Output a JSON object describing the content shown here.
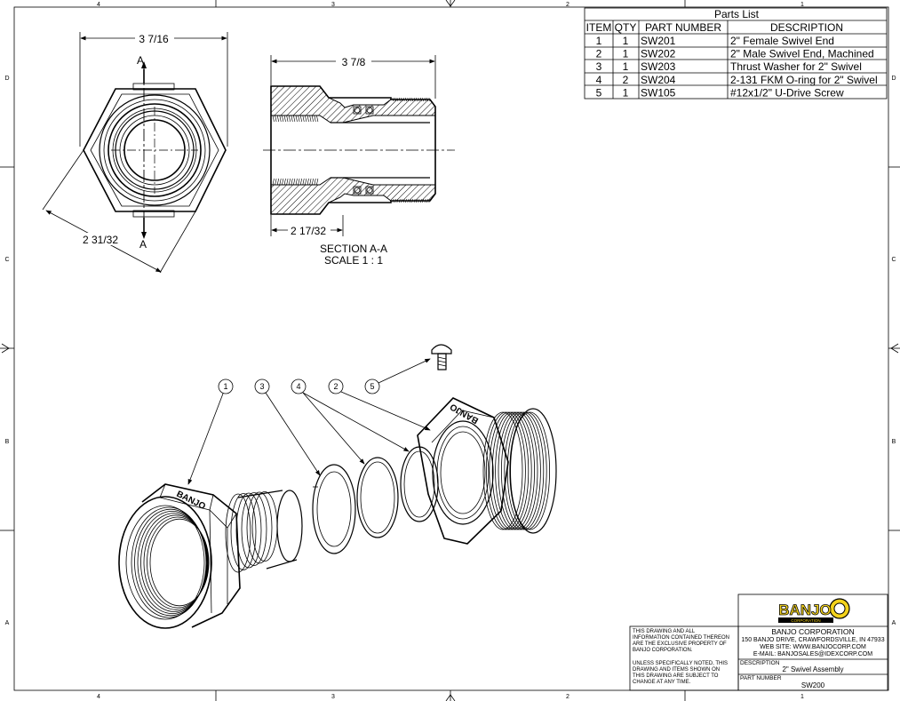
{
  "border": {
    "zones_top": [
      "4",
      "3",
      "2",
      "1"
    ],
    "zones_bottom": [
      "4",
      "3",
      "2",
      "1"
    ],
    "rows_left": [
      "D",
      "C",
      "B",
      "A"
    ],
    "rows_right": [
      "D",
      "C",
      "B",
      "A"
    ]
  },
  "parts_list": {
    "title": "Parts List",
    "headers": [
      "ITEM",
      "QTY",
      "PART NUMBER",
      "DESCRIPTION"
    ],
    "rows": [
      [
        "1",
        "1",
        "SW201",
        "2\" Female Swivel End"
      ],
      [
        "2",
        "1",
        "SW202",
        "2\" Male Swivel End, Machined"
      ],
      [
        "3",
        "1",
        "SW203",
        "Thrust Washer for 2\" Swivel"
      ],
      [
        "4",
        "2",
        "SW204",
        "2-131 FKM O-ring for 2\" Swivel"
      ],
      [
        "5",
        "1",
        "SW105",
        "#12x1/2\" U-Drive Screw"
      ]
    ]
  },
  "front_view": {
    "dim_width": "3 7/16",
    "dim_diagonal": "2 31/32",
    "section_mark_top": "A",
    "section_mark_bottom": "A"
  },
  "section_view": {
    "dim_length": "3 7/8",
    "dim_female_length": "2 17/32",
    "caption_line1": "SECTION A-A",
    "caption_line2": "SCALE 1 : 1"
  },
  "exploded_view": {
    "balloons": [
      "1",
      "3",
      "4",
      "2",
      "5"
    ],
    "stamp_text": "BANJO"
  },
  "title_block": {
    "logo_text": "BANJO",
    "logo_sub": "CORPORATION",
    "company": "BANJO CORPORATION",
    "address": "150 BANJO DRIVE, CRAWFORDSVILLE, IN 47933",
    "website": "WEB SITE: WWW.BANJOCORP.COM",
    "email": "E-MAIL: BANJOSALES@IDEXCORP.COM",
    "notice_1": [
      "THIS DRAWING AND ALL",
      "INFORMATION CONTAINED THEREON",
      "ARE THE EXCLUSIVE PROPERTY OF",
      "BANJO CORPORATION."
    ],
    "notice_2": [
      "UNLESS SPECIFICALLY NOTED, THIS",
      "DRAWING AND ITEMS SHOWN ON",
      "THIS DRAWING ARE SUBJECT TO",
      "CHANGE AT ANY TIME."
    ],
    "description_label": "DESCRIPTION",
    "description": "2\" Swivel Assembly",
    "part_number_label": "PART NUMBER",
    "part_number": "SW200"
  },
  "colors": {
    "ink": "#000000",
    "paper": "#ffffff",
    "logo_yellow": "#f3d21c"
  }
}
